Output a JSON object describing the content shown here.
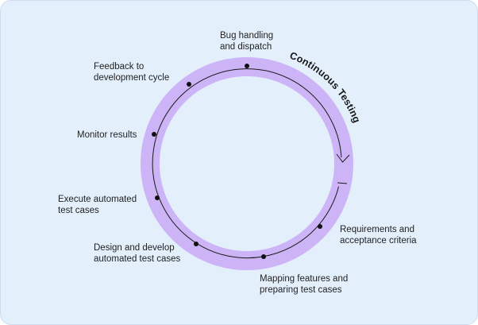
{
  "diagram": {
    "cycle_title": "Continuous Testing",
    "steps": [
      {
        "lines": [
          "Bug handling",
          "and dispatch"
        ]
      },
      {
        "lines": [
          "Feedback to",
          "development cycle"
        ]
      },
      {
        "lines": [
          "Monitor results"
        ]
      },
      {
        "lines": [
          "Execute automated",
          "test cases"
        ]
      },
      {
        "lines": [
          "Design and develop",
          "automated test cases"
        ]
      },
      {
        "lines": [
          "Mapping features and",
          "preparing test cases"
        ]
      },
      {
        "lines": [
          "Requirements and",
          "acceptance criteria"
        ]
      }
    ],
    "colors": {
      "background": "#e3f0fc",
      "ring": "#cdb4f7",
      "line": "#1a1a1a",
      "dot": "#111111",
      "text": "#1f1f1f"
    }
  }
}
